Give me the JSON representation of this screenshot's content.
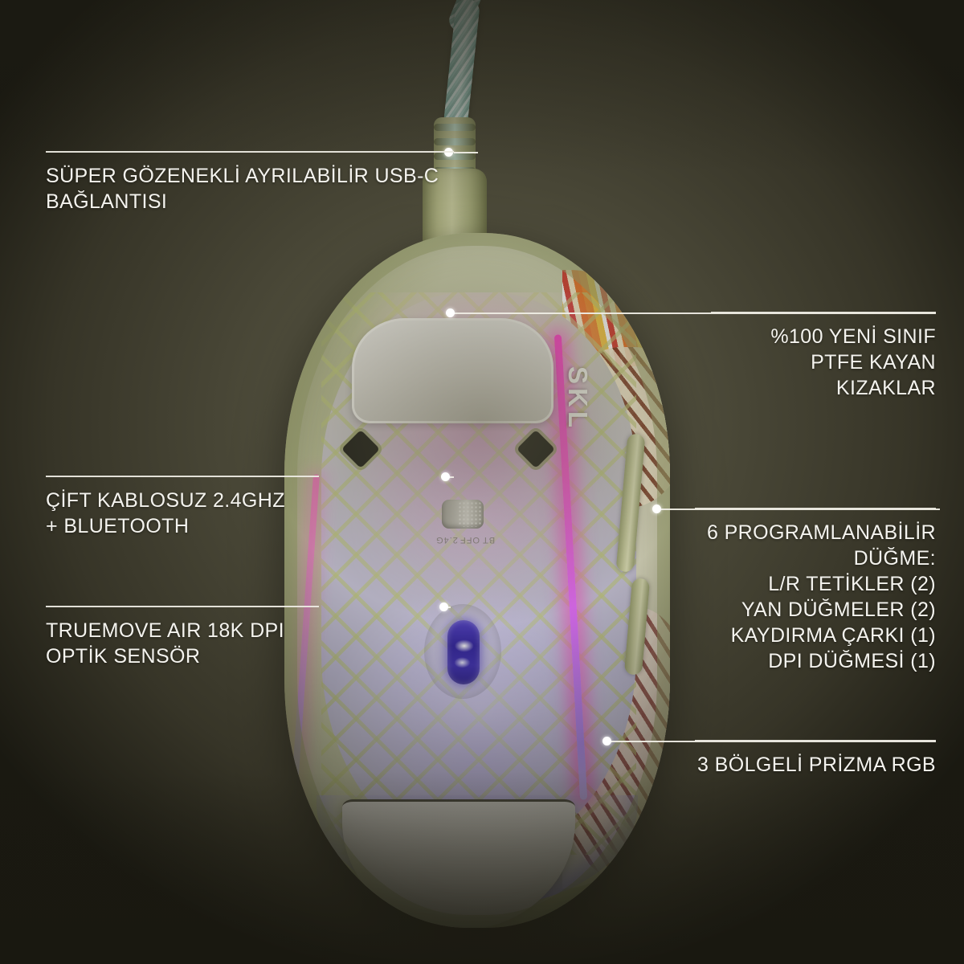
{
  "theme": {
    "background": "#4d4b3a",
    "text_color": "#f4f3ee",
    "rule_color": "#eceae2",
    "rgb_accent": "#ff3fc8",
    "sensor_accent": "#2d1f9e",
    "shell_color": "#c9ccac"
  },
  "product": {
    "logo": "SKL",
    "switch_labels": [
      "2.4G",
      "OFF",
      "BT"
    ]
  },
  "callouts": [
    {
      "id": "usb-c",
      "text": "SÜPER GÖZENEKLİ AYRILABİLİR USB-C\nBAĞLANTISI",
      "align": "left"
    },
    {
      "id": "ptfe",
      "text": "%100 YENİ SINIF\nPTFE KAYAN KIZAKLAR",
      "align": "right"
    },
    {
      "id": "wireless",
      "text": "ÇİFT KABLOSUZ 2.4GHZ\n+ BLUETOOTH",
      "align": "left"
    },
    {
      "id": "sensor",
      "text": "TRUEMOVE AIR 18K DPI\nOPTİK SENSÖR",
      "align": "left"
    },
    {
      "id": "buttons",
      "text": "6 PROGRAMLANABİLİR\nDÜĞME:\nL/R TETİKLER (2)\nYAN DÜĞMELER (2)\nKAYDIRMA ÇARKI (1)\nDPI DÜĞMESİ (1)",
      "align": "right"
    },
    {
      "id": "rgb",
      "text": "3 BÖLGELİ PRİZMA RGB",
      "align": "right"
    }
  ]
}
